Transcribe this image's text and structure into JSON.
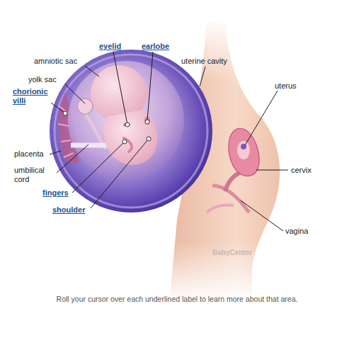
{
  "diagram": {
    "caption": "Roll your cursor over each underlined label to learn more about that area.",
    "labels": [
      "eyelid",
      "earlobe",
      "amniotic sac",
      "uterine cavity",
      "yolk sac",
      "chorionic villi",
      "uterus",
      "placenta",
      "umbilical cord",
      "cervix",
      "fingers",
      "shoulder",
      "vagina",
      "BabyCenter"
    ]
  }
}
